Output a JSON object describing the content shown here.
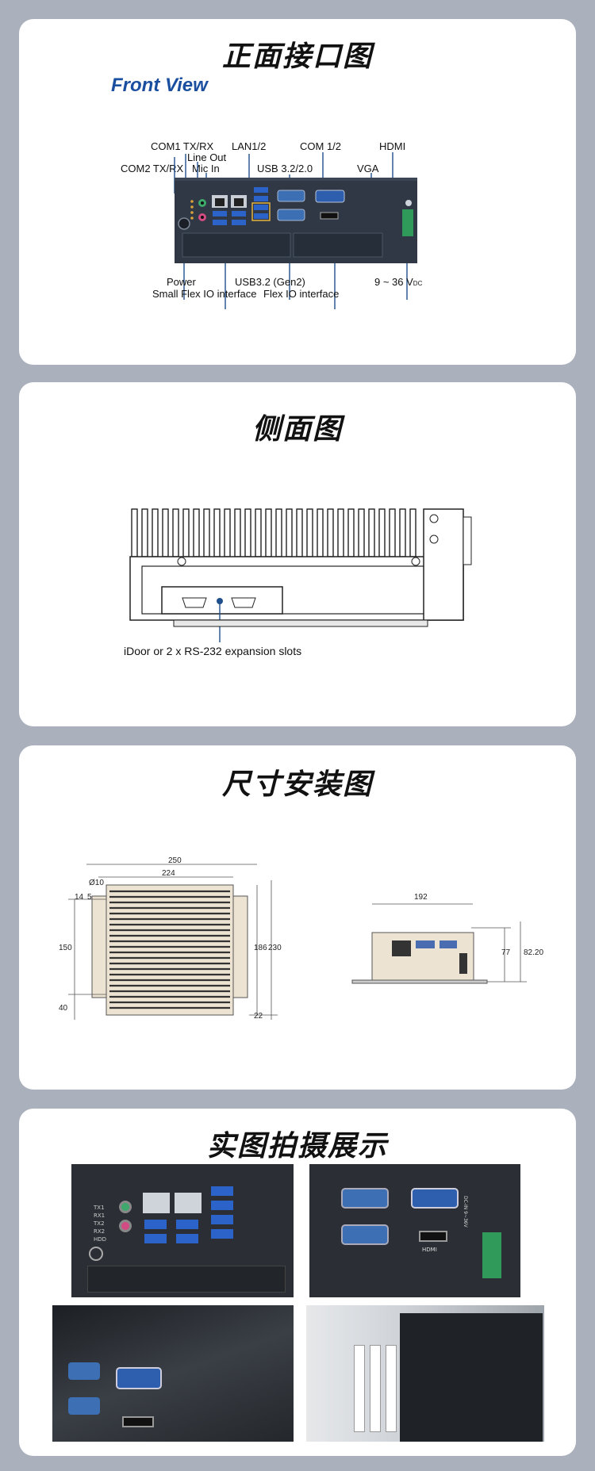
{
  "sections": {
    "front": {
      "title": "正面接口图",
      "subtitle": "Front View",
      "labels": {
        "com1": "COM1 TX/RX",
        "lineout": "Line Out",
        "micin": "Mic In",
        "com2": "COM2 TX/RX",
        "lan": "LAN1/2",
        "usb32": "USB 3.2/2.0",
        "com12": "COM 1/2",
        "hdmi": "HDMI",
        "vga": "VGA",
        "power": "Power",
        "smallflex": "Small Flex IO interface",
        "usbgen2": "USB3.2 (Gen2)",
        "flexio": "Flex IO interface",
        "voltage": "9 ~ 36 V",
        "voltage_sub": "DC"
      }
    },
    "side": {
      "title": "侧面图",
      "label": "iDoor or 2 x RS-232 expansion slots"
    },
    "dims": {
      "title": "尺寸安装图",
      "values": {
        "w250": "250",
        "w224": "224",
        "hole": "Ø10",
        "d14": "14",
        "d5": "5",
        "h150": "150",
        "h40": "40",
        "h186": "186",
        "h230": "230",
        "h22": "22",
        "w192": "192",
        "h77": "77",
        "h82": "82.20"
      }
    },
    "photos": {
      "title": "实图拍摄展示",
      "leds": [
        "TX1",
        "RX1",
        "TX2",
        "RX2",
        "HDD"
      ],
      "hdmi_mark": "HDMI",
      "dc_mark": "DC-IN 9~36V"
    }
  },
  "colors": {
    "background": "#aab1bc",
    "brand_blue": "#1a4fa0",
    "chassis": "#2f3844",
    "usb_blue": "#2b63c9",
    "callout": "#1f4e8c"
  }
}
